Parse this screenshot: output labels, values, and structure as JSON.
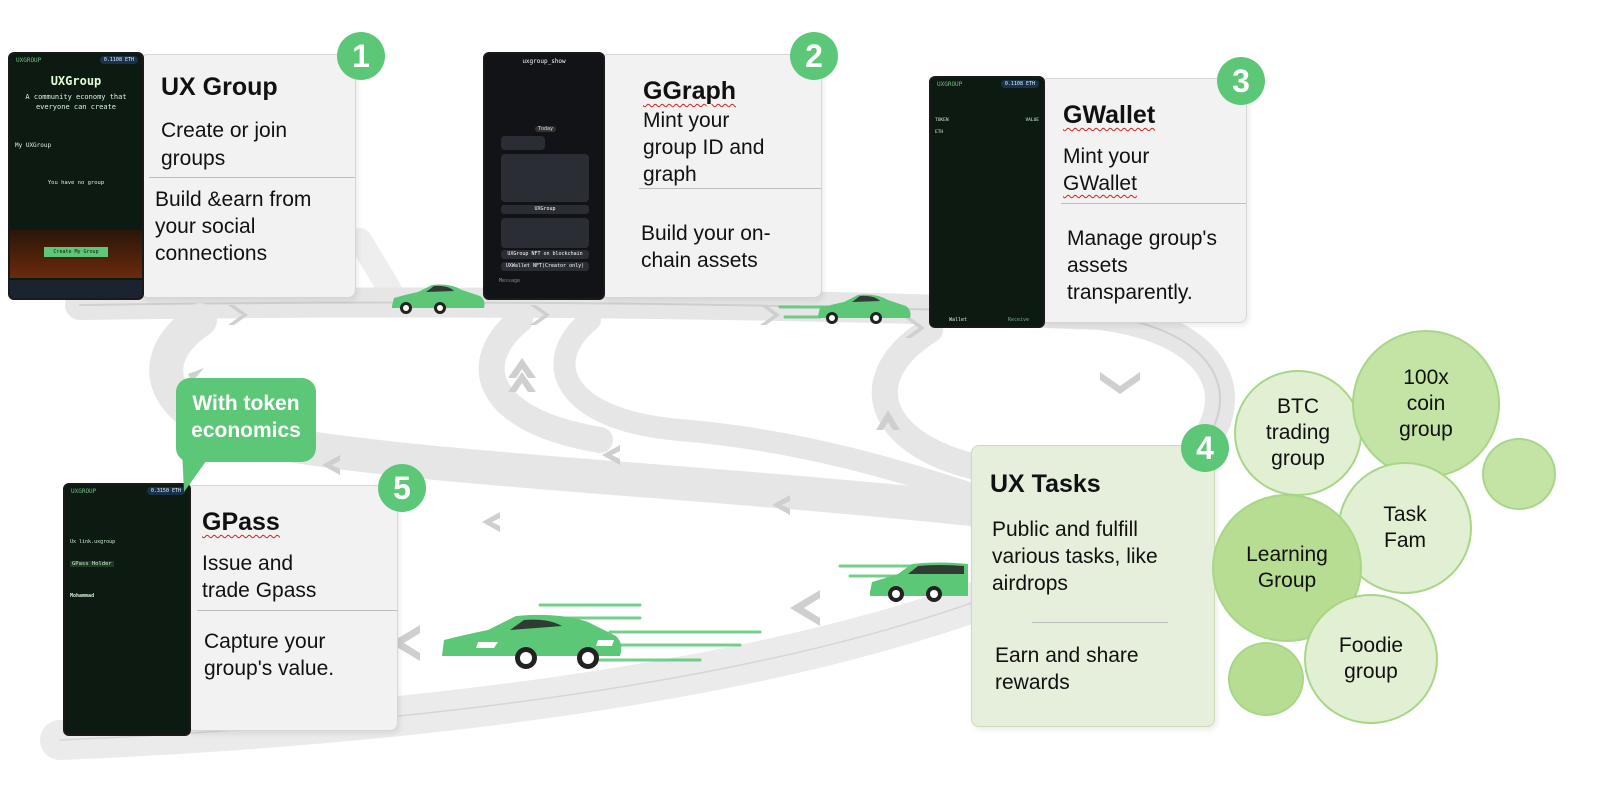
{
  "colors": {
    "accent": "#5cc776",
    "card_bg": "#f2f2f2",
    "card_green_bg": "#e5efdb",
    "road": "#e4e4e4",
    "phone_bg": "#0c1a12"
  },
  "steps": [
    {
      "number": "1",
      "title": "UX Group",
      "line1": "Create or join",
      "line2": "groups",
      "desc1": "Build &earn from",
      "desc2": "your social",
      "desc3": "connections"
    },
    {
      "number": "2",
      "title": "GGraph",
      "line1": "Mint your",
      "line2": "group ID and",
      "line3": "graph",
      "desc1": "Build your on-",
      "desc2": "chain assets"
    },
    {
      "number": "3",
      "title": "GWallet",
      "line1": "Mint your",
      "line2": "GWallet",
      "desc1": "Manage group's",
      "desc2": "assets",
      "desc3": "transparently."
    },
    {
      "number": "4",
      "title": "UX Tasks",
      "line1": "Public and fulfill",
      "line2": "various tasks, like",
      "line3": "airdrops",
      "desc1": "Earn and share",
      "desc2": "rewards"
    },
    {
      "number": "5",
      "title": "GPass",
      "line1": "Issue and",
      "line2": "trade Gpass",
      "desc1": "Capture your",
      "desc2": "group's value."
    }
  ],
  "callout": {
    "line1": "With token",
    "line2": "economics"
  },
  "groups": [
    {
      "label": "BTC trading group"
    },
    {
      "label": "100x coin group"
    },
    {
      "label": "Task Fam"
    },
    {
      "label": "Learning Group"
    },
    {
      "label": "Foodie group"
    },
    {
      "label": ""
    },
    {
      "label": ""
    }
  ],
  "phones": {
    "p1": {
      "app": "UXGROUP",
      "balance": "0.1108 ETH",
      "heading": "UXGroup",
      "tagline": "A community economy that everyone can create",
      "section": "My UXGroup",
      "empty": "You have no group",
      "cta": "Create My Group"
    },
    "p2": {
      "chat": "uxgroup_show",
      "day": "Today",
      "msg1": "UXGroup",
      "msg2": "UXGroup NFT on blockchain",
      "msg3": "UXWallet NFT(Creator only)",
      "input": "Message"
    },
    "p3": {
      "app": "UXGROUP",
      "balance": "0.1108 ETH",
      "col1": "TOKEN",
      "col2": "VALUE",
      "row1": "ETH",
      "tab1": "Wallet",
      "tab2": "Receive"
    },
    "p5": {
      "app": "UXGROUP",
      "balance": "0.3150 ETH",
      "row1": "Ux link.uxgroup",
      "label": "GPass Holder",
      "name": "Mohammad"
    }
  }
}
